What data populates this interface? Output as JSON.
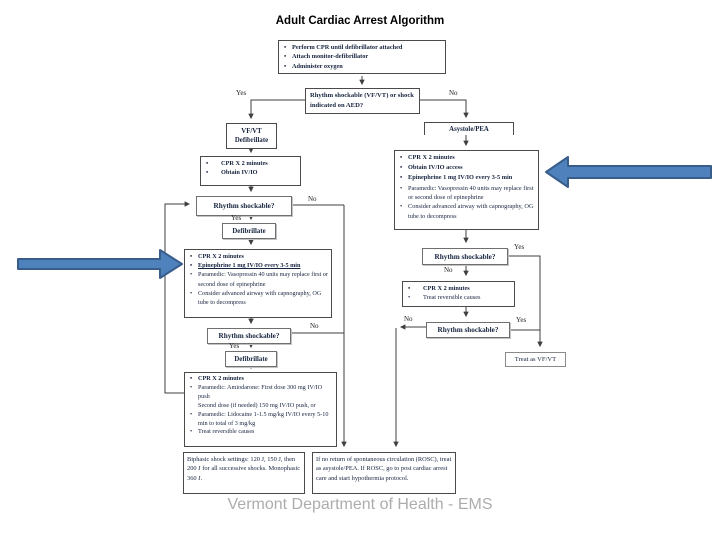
{
  "slide": {
    "title": "Adult Cardiac Arrest Algorithm",
    "footer": "Vermont Department of Health - EMS"
  },
  "labels": {
    "yes": "Yes",
    "no": "No"
  },
  "colors": {
    "pointer_arrow_fill": "#4F81BD",
    "pointer_arrow_border": "#385D8A",
    "box_border": "#4a4a4a",
    "text": "#16233e"
  },
  "boxes": {
    "initial": {
      "bullets": [
        "Perform CPR until defibrillator attached",
        "Attach monitor-defibrillator",
        "Administer oxygen"
      ]
    },
    "shockable_check": {
      "text": "Rhythm shockable (VF/VT) or shock indicated on AED?"
    },
    "vfvt": {
      "line1": "VF/VT",
      "line2": "Defibrillate"
    },
    "cpr_iv": {
      "bullets": [
        "CPR X 2 minutes",
        "Obtain IV/IO"
      ]
    },
    "rhythm_left1": {
      "text": "Rhythm shockable?"
    },
    "defib1": {
      "text": "Defibrillate"
    },
    "epi_left": {
      "bullets": [
        "CPR X 2 minutes",
        "Epinephrine 1 mg IV/IO every 3-5 min",
        "Paramedic: Vasopressin 40 units may replace first or second dose of epinephrine",
        "Consider advanced airway with capnography, OG tube to decompress"
      ]
    },
    "rhythm_left2": {
      "text": "Rhythm shockable?"
    },
    "defib2": {
      "text": "Defibrillate"
    },
    "amiodarone": {
      "b1": "CPR X 2 minutes",
      "b2": "Paramedic: Amiodarone: First dose 300 mg IV/IO push",
      "b2_cont": "Second dose (if needed) 150 mg IV/IO push, or",
      "b3": "Paramedic: Lidocaine 1-1.5 mg/kg IV/IO every 5-10 min to total of 3 mg/kg",
      "b4": "Treat reversible causes"
    },
    "biphasic": {
      "text": "Biphasic shock settings: 120 J, 150 J, then 200 J for all successive shocks. Monophasic 360 J."
    },
    "rosc": {
      "text": "If no return of spontaneous circulation (ROSC), treat as asystole/PEA. If ROSC, go to post cardiac arrest care and start hypothermia protocol."
    },
    "asystole": {
      "text": "Asystole/PEA"
    },
    "epi_right": {
      "bullets": [
        "CPR X 2 minutes",
        "Obtain IV/IO access",
        "Epinephrine 1 mg IV/IO every 3-5 min",
        "Paramedic: Vasopressin 40 units may replace first or second dose of epinephrine",
        "Consider advanced airway with capnography, OG tube to decompress"
      ]
    },
    "rhythm_right1": {
      "text": "Rhythm shockable?"
    },
    "cpr_treat": {
      "bullets": [
        "CPR X 2 minutes",
        "Treat reversible causes"
      ]
    },
    "rhythm_right2": {
      "text": "Rhythm shockable?"
    },
    "treat_vfvt": {
      "text": "Treat as VF/VT"
    }
  }
}
